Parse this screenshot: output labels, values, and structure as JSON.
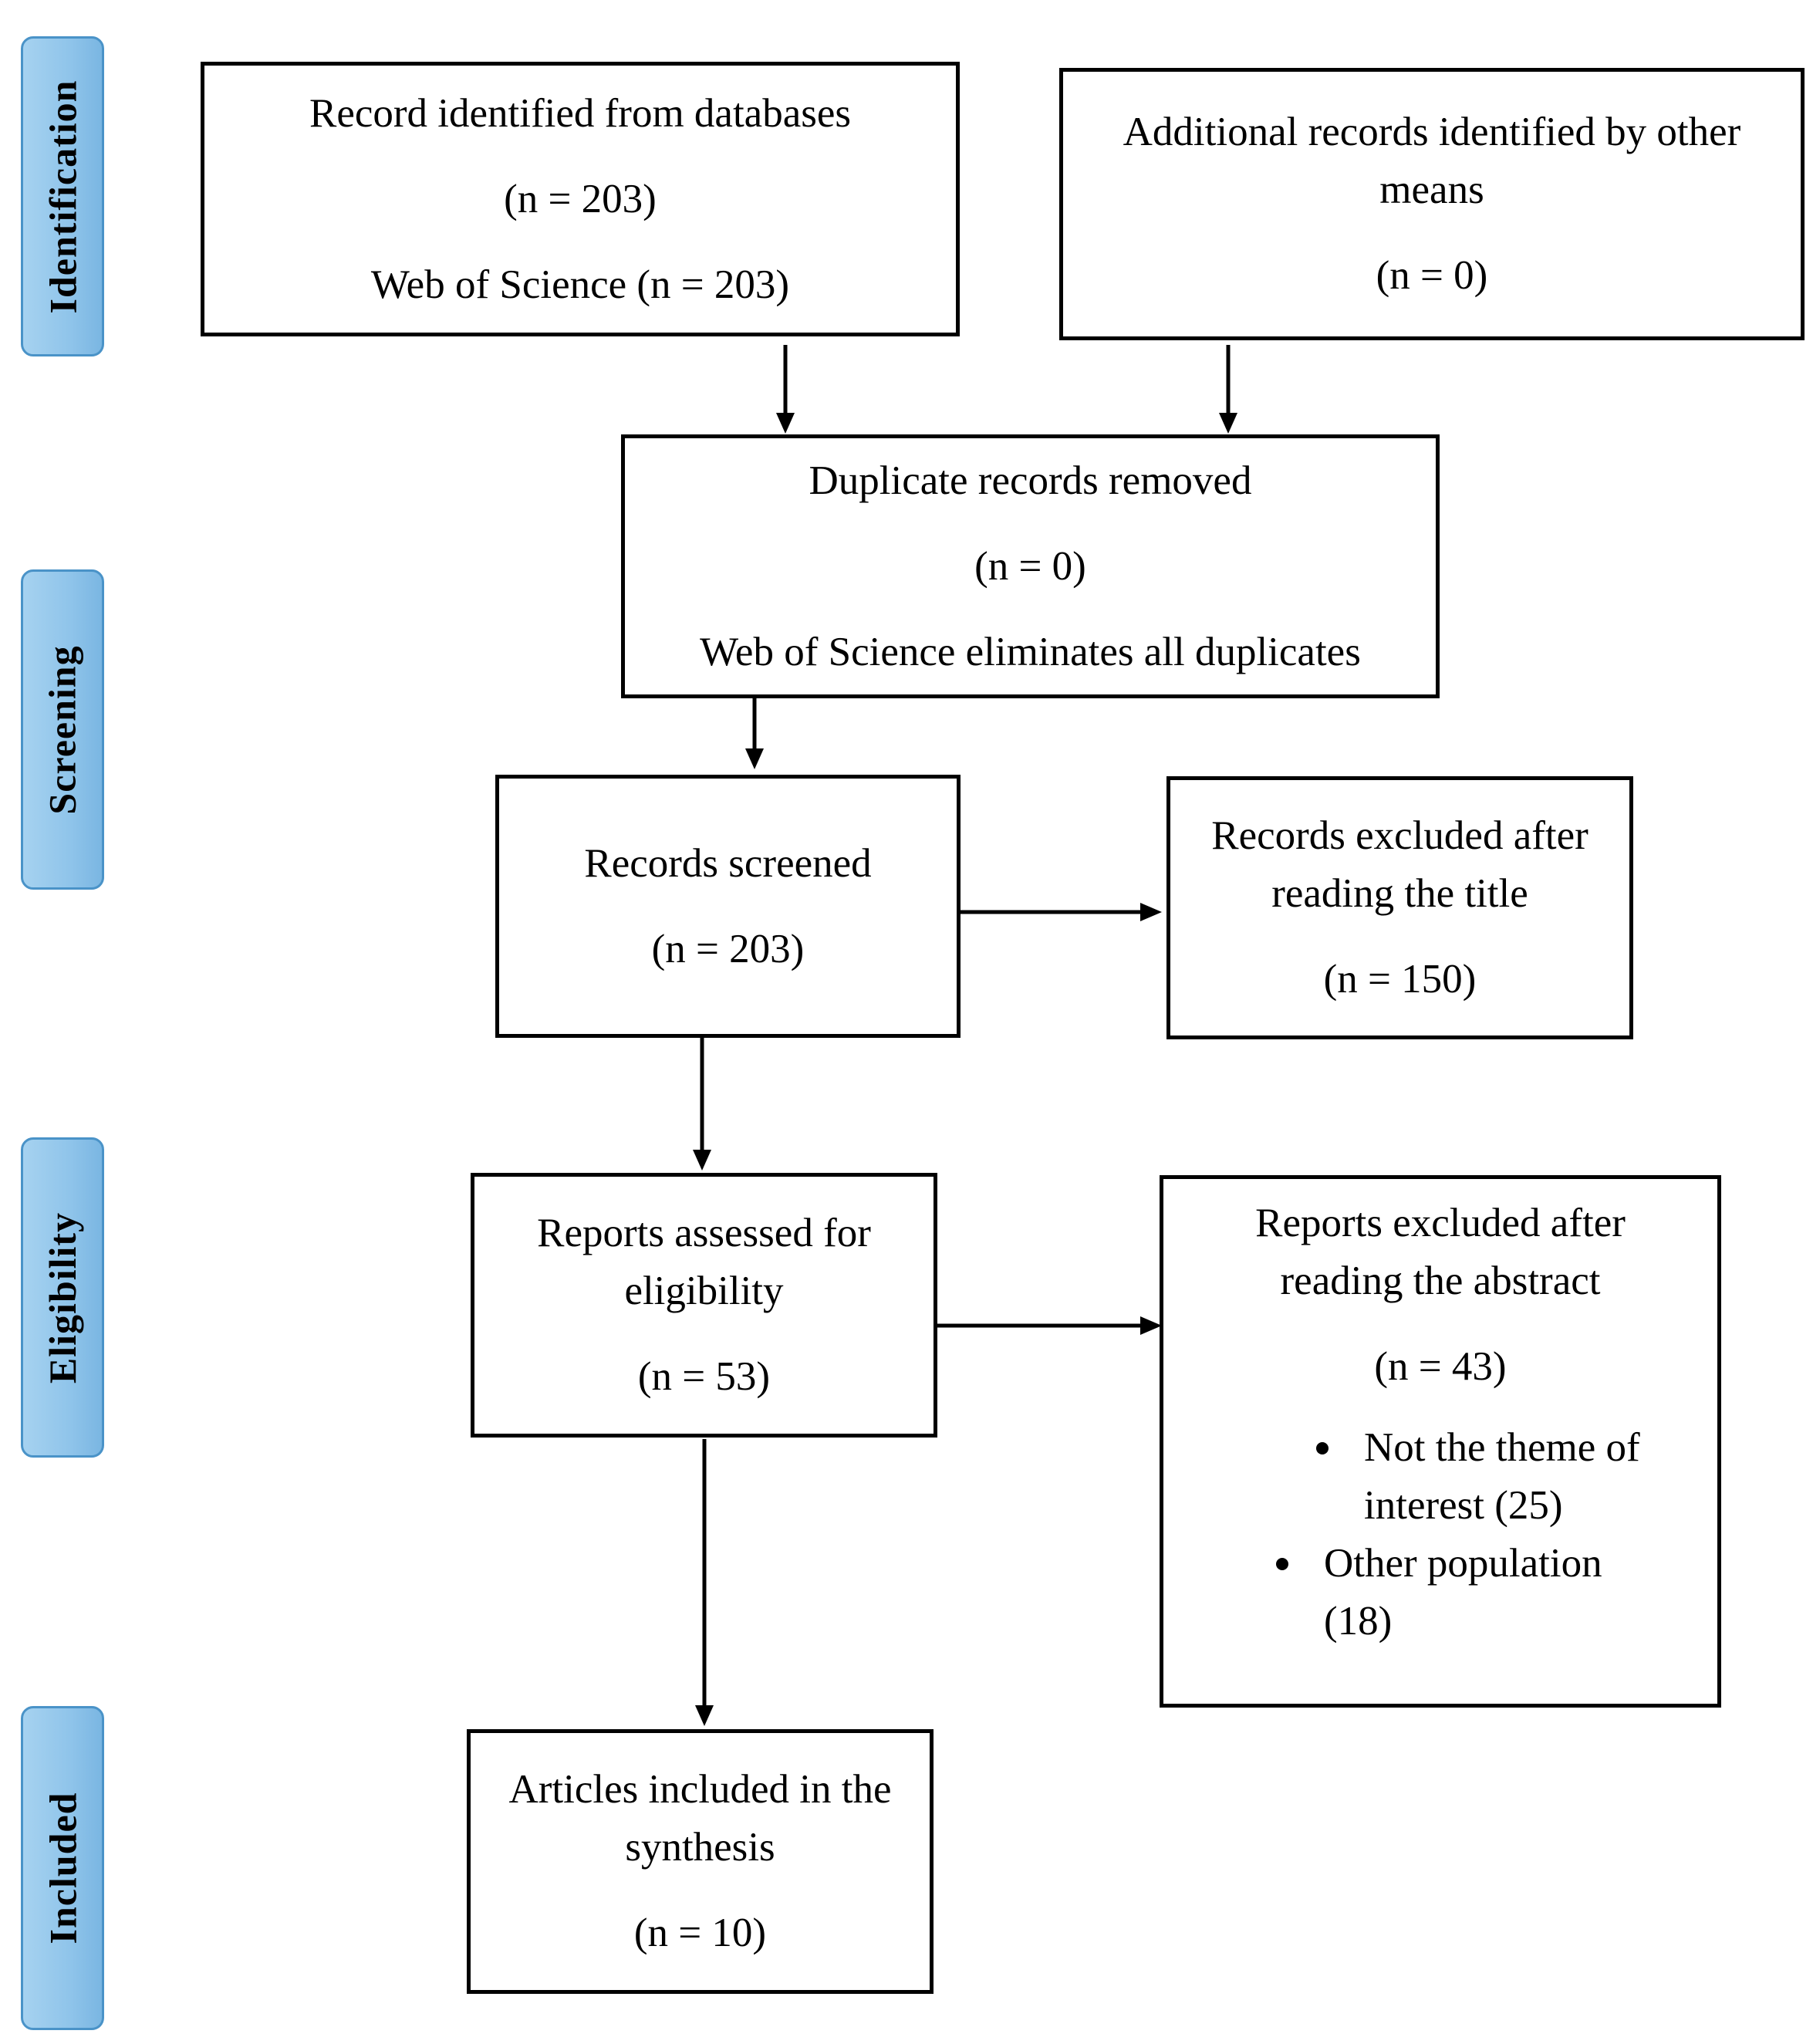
{
  "phases": {
    "identification": "Identification",
    "screening": "Screening",
    "eligibility": "Eligibility",
    "included": "Included"
  },
  "boxes": {
    "databases": {
      "title": "Record identified from databases",
      "count": "(n = 203)",
      "detail": "Web of Science (n = 203)"
    },
    "other_means": {
      "title": "Additional records identified by other means",
      "count": "(n = 0)"
    },
    "duplicates": {
      "title": "Duplicate records removed",
      "count": "(n = 0)",
      "detail": "Web of Science eliminates all duplicates"
    },
    "screened": {
      "title": "Records screened",
      "count": "(n = 203)"
    },
    "excluded_title": {
      "title": "Records excluded after reading the title",
      "count": "(n = 150)"
    },
    "eligibility": {
      "title": "Reports assessed for eligibility",
      "count": "(n = 53)"
    },
    "excluded_abstract": {
      "title": "Reports excluded after reading the abstract",
      "count": "(n = 43)",
      "reasons": [
        "Not the theme of interest (25)",
        "Other population (18)"
      ]
    },
    "included": {
      "title": "Articles included in the synthesis",
      "count": "(n = 10)"
    }
  }
}
